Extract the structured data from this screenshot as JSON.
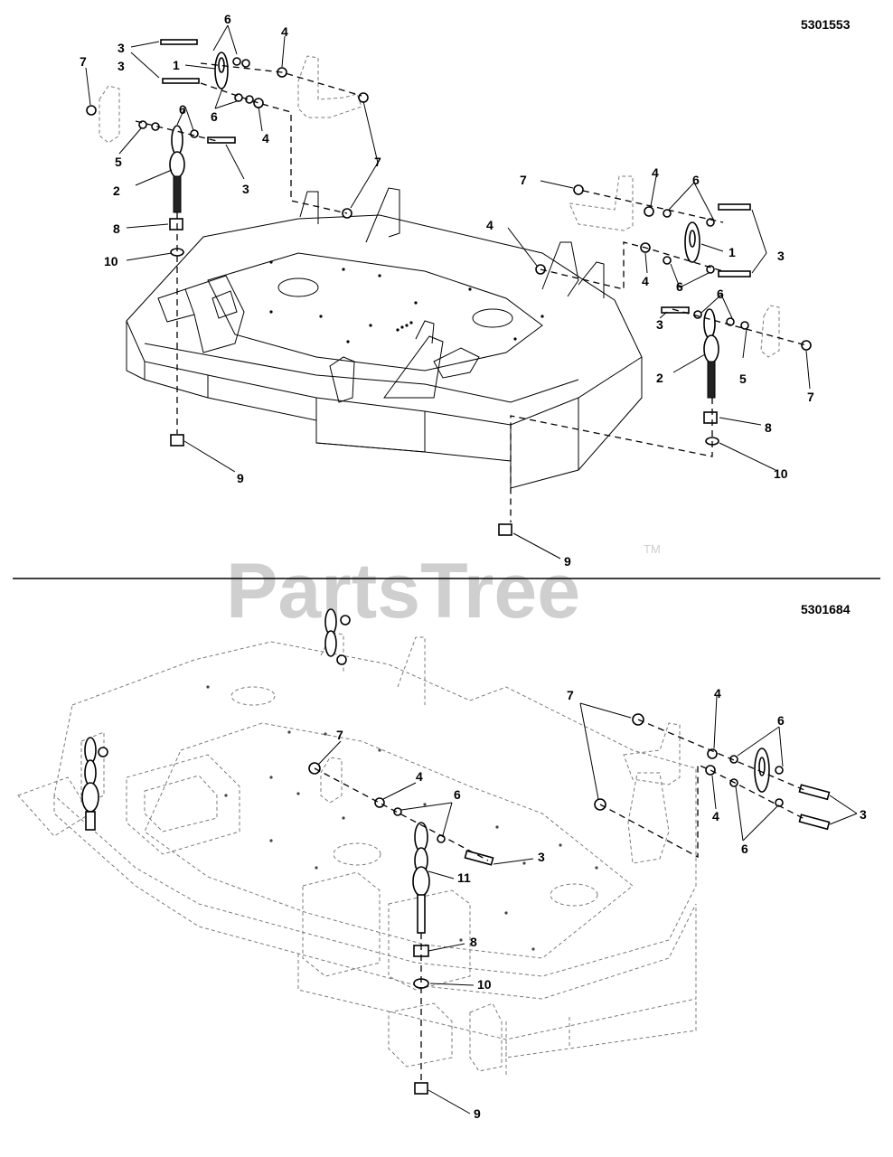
{
  "sections": [
    {
      "drawing_number": "5301553"
    },
    {
      "drawing_number": "5301684"
    }
  ],
  "watermark": {
    "text": "PartsTree",
    "mark": "TM"
  },
  "callouts_top": [
    {
      "id": "t6a",
      "label": "6"
    },
    {
      "id": "t3a",
      "label": "3"
    },
    {
      "id": "t4a",
      "label": "4"
    },
    {
      "id": "t7a",
      "label": "7"
    },
    {
      "id": "t1a",
      "label": "1"
    },
    {
      "id": "t3b",
      "label": "3"
    },
    {
      "id": "t6b",
      "label": "6"
    },
    {
      "id": "t6c",
      "label": "6"
    },
    {
      "id": "t4b",
      "label": "4"
    },
    {
      "id": "t5a",
      "label": "5"
    },
    {
      "id": "t7b",
      "label": "7"
    },
    {
      "id": "t2a",
      "label": "2"
    },
    {
      "id": "t3c",
      "label": "3"
    },
    {
      "id": "t8a",
      "label": "8"
    },
    {
      "id": "t10a",
      "label": "10"
    },
    {
      "id": "t9a",
      "label": "9"
    },
    {
      "id": "t7c",
      "label": "7"
    },
    {
      "id": "t4c",
      "label": "4"
    },
    {
      "id": "t6d",
      "label": "6"
    },
    {
      "id": "t4d",
      "label": "4"
    },
    {
      "id": "t1b",
      "label": "1"
    },
    {
      "id": "t3d",
      "label": "3"
    },
    {
      "id": "t4e",
      "label": "4"
    },
    {
      "id": "t6e",
      "label": "6"
    },
    {
      "id": "t6f",
      "label": "6"
    },
    {
      "id": "t3e",
      "label": "3"
    },
    {
      "id": "t2b",
      "label": "2"
    },
    {
      "id": "t5b",
      "label": "5"
    },
    {
      "id": "t7d",
      "label": "7"
    },
    {
      "id": "t8b",
      "label": "8"
    },
    {
      "id": "t10b",
      "label": "10"
    },
    {
      "id": "t9b",
      "label": "9"
    }
  ],
  "callouts_bottom": [
    {
      "id": "b7a",
      "label": "7"
    },
    {
      "id": "b4a",
      "label": "4"
    },
    {
      "id": "b6a",
      "label": "6"
    },
    {
      "id": "b3a",
      "label": "3"
    },
    {
      "id": "b11",
      "label": "11"
    },
    {
      "id": "b8",
      "label": "8"
    },
    {
      "id": "b10",
      "label": "10"
    },
    {
      "id": "b9",
      "label": "9"
    },
    {
      "id": "b7b",
      "label": "7"
    },
    {
      "id": "b4b",
      "label": "4"
    },
    {
      "id": "b6b",
      "label": "6"
    },
    {
      "id": "b4c",
      "label": "4"
    },
    {
      "id": "b6c",
      "label": "6"
    },
    {
      "id": "b3b",
      "label": "3"
    }
  ]
}
